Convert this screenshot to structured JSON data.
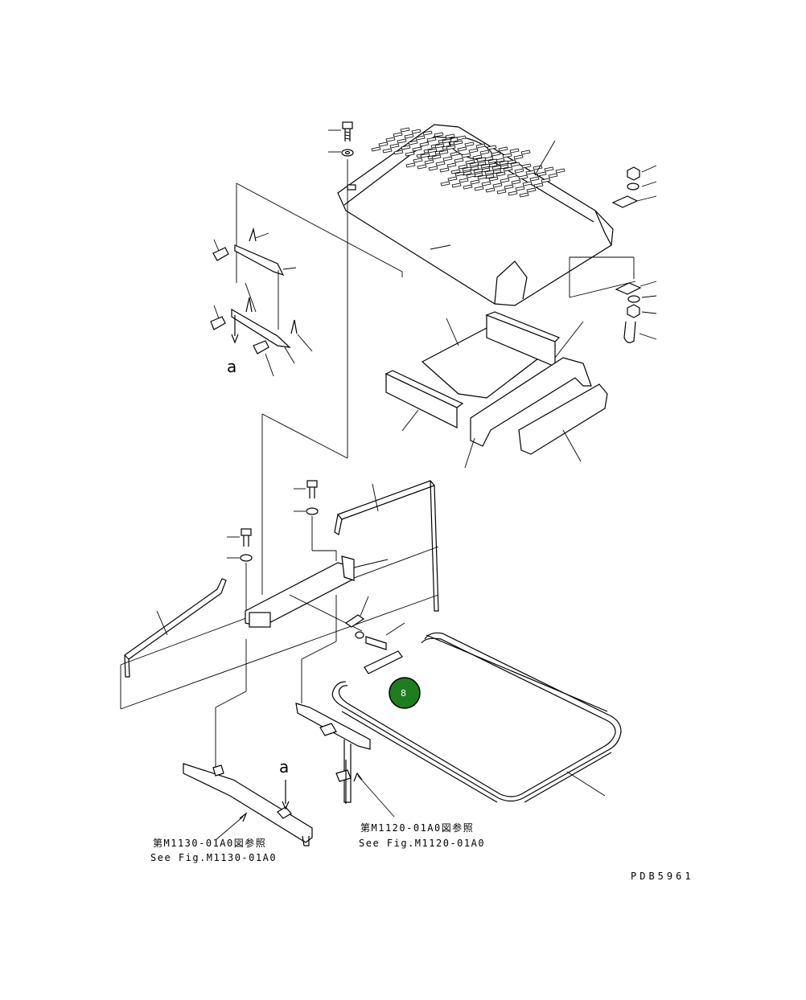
{
  "labels": {
    "view_a_top": "a",
    "view_a_bottom": "a",
    "callout_number": "8",
    "ref_m1130_jp": "第M1130-01A0図参照",
    "ref_m1130_en": "See Fig.M1130-01A0",
    "ref_m1120_jp": "第M1120-01A0図参照",
    "ref_m1120_en": "See Fig.M1120-01A0",
    "drawing_number": "PDB5961"
  },
  "colors": {
    "line": "#000000",
    "background": "#ffffff",
    "callout_fill": "#1e7e1e",
    "callout_text": "#ffffff"
  }
}
